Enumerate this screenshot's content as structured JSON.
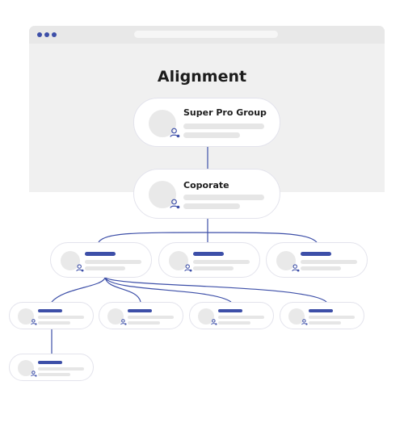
{
  "heading": "Alignment",
  "accent_color": "#3d4fa8",
  "nodes": {
    "root": {
      "title": "Super Pro Group",
      "icon": "user-icon"
    },
    "corporate": {
      "title": "Coporate",
      "icon": "user-icon"
    }
  }
}
